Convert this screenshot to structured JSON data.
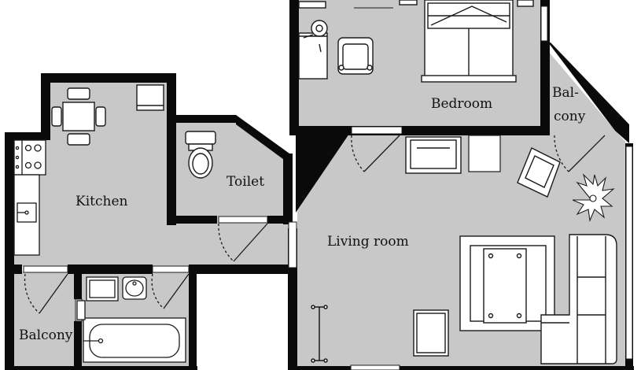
{
  "colors": {
    "wall": "#0a0a0a",
    "floor": "#c8c8c8",
    "furniture": "#ffffff",
    "line": "#1a1a1a",
    "background": "#ffffff"
  },
  "rooms": {
    "bedroom": "Bedroom",
    "balcony_right_line1": "Bal-",
    "balcony_right_line2": "cony",
    "kitchen": "Kitchen",
    "toilet": "Toilet",
    "living_room": "Living room",
    "balcony_left": "Balcony"
  },
  "icons": [
    "bed-icon",
    "armchair-icon",
    "nightstand-icon",
    "dining-set-icon",
    "stove-icon",
    "sink-icon",
    "toilet-icon",
    "bathtub-icon",
    "sofa-icon",
    "coffee-table-icon",
    "plant-icon",
    "floor-lamp-icon",
    "door-swing-icon"
  ]
}
